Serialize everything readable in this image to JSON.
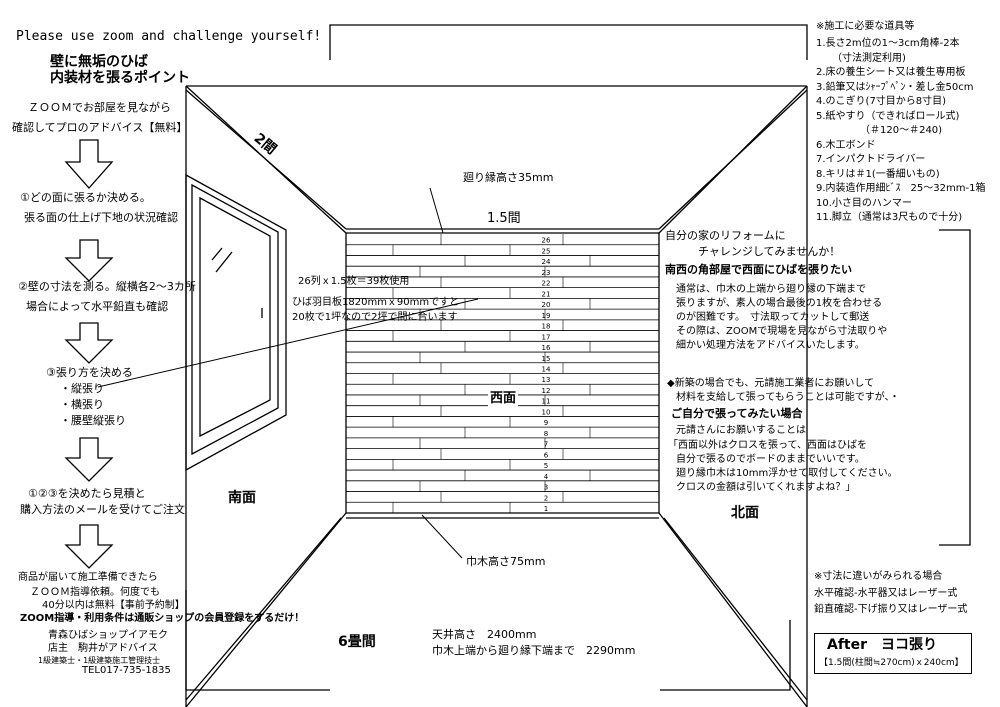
{
  "header": {
    "challenge": "Please use zoom and challenge yourself!",
    "title1": "壁に無垢のひば",
    "title2": "内装材を張るポイント"
  },
  "steps": {
    "intro1": "ＺＯＯＭでお部屋を見ながら",
    "intro2": "確認してプロのアドバイス【無料】",
    "s1a": "①どの面に張るか決める。",
    "s1b": "張る面の仕上げ下地の状況確認",
    "s2a": "②壁の寸法を測る。縦横各2～3カ所",
    "s2b": "場合によって水平鉛直も確認",
    "s3a": "③張り方を決める",
    "s3b": "・縦張り",
    "s3c": "・横張り",
    "s3d": "・腰壁縦張り",
    "s4a": "①②③を決めたら見積と",
    "s4b": "購入方法のメールを受けてご注文",
    "s5a": "商品が届いて施工準備できたら",
    "s5b": "ＺＯＯＭ指導依頼。何度でも",
    "s5c": "40分以内は無料【事前予約制】",
    "s5d": "ZOOM指導・利用条件は通販ショップの会員登録をするだけ！"
  },
  "shop": {
    "name": "青森ひばショップイアモク",
    "owner": "店主　駒井がアドバイス",
    "cert": "1級建築士・1級建築施工管理技士",
    "tel": "TEL017-735-1835"
  },
  "room": {
    "label_2ken": "2間",
    "label_15ken": "1.5間",
    "mawaribuchi": "廻り縁高さ35mm",
    "habaki": "巾木高さ75mm",
    "west": "西面",
    "south": "南面",
    "north": "北面",
    "rooms": "6畳間",
    "ceiling": "天井高さ　2400mm",
    "habaki_to_mawari": "巾木上端から廻り縁下端まで　2290mm",
    "calc1": "26列ｘ1.5枚＝39枚使用",
    "calc2": "ひば羽目板1820mmｘ90mmですと",
    "calc3": "20枚で1坪なので2坪で間に合います",
    "rows": [
      "26",
      "25",
      "24",
      "23",
      "22",
      "21",
      "20",
      "19",
      "18",
      "17",
      "16",
      "15",
      "14",
      "13",
      "12",
      "11",
      "10",
      "9",
      "8",
      "7",
      "6",
      "5",
      "4",
      "3",
      "2",
      "1"
    ]
  },
  "tools": {
    "title": "※施工に必要な道具等",
    "items": [
      "1.長さ2m位の1～3cm角棒-2本",
      "（寸法測定利用)",
      "2.床の養生シート又は養生専用板",
      "3.鉛筆又はｼｬｰﾌﾟﾍﾟﾝ・差し金50cm",
      "4.のこぎり(7寸目から8寸目)",
      "5.紙やすり（できればロール式)",
      "（＃120～＃240)",
      "6.木工ボンド",
      "7.インパクトドライバー",
      "8.キリは＃1(一番細いもの)",
      "9.内装造作用細ﾋﾞｽ　25～32mm-1箱",
      "10.小さ目のハンマー",
      "11.脚立（通常は3尺もので十分)"
    ]
  },
  "challenge": {
    "l1": "自分の家のリフォームに",
    "l2": "チャレンジしてみませんか！",
    "l3": "南西の角部屋で西面にひばを張りたい",
    "p1": "通常は、巾木の上端から廻り縁の下端まで",
    "p2": "張りますが、素人の場合最後の1枚を合わせる",
    "p3": "のが困難です。　寸法取ってカットして郵送",
    "p4": "その際は、ZOOMで現場を見ながら寸法取りや",
    "p5": "細かい処理方法をアドバイスいたします。",
    "n1": "◆新築の場合でも、元請施工業者にお願いして",
    "n2": "材料を支給して張ってもらうことは可能ですが、・",
    "n3": "ご自分で張ってみたい場合",
    "n4": "元請さんにお願いすることは",
    "q1": "「西面以外はクロスを張って、西面はひばを",
    "q2": "自分で張るのでボードのままでいいです。",
    "q3": "廻り縁巾木は10mm浮かせて取付してください。",
    "q4": "クロスの金額は引いてくれますよね？」"
  },
  "notes": {
    "diff": "※寸法に違いがみられる場合",
    "level": "水平確認-水平器又はレーザー式",
    "plumb": "鉛直確認-下げ振り又はレーザー式"
  },
  "after": {
    "title": "After　ヨコ張り",
    "sub": "【1.5間(柱間≒270cm)ｘ240cm】"
  }
}
